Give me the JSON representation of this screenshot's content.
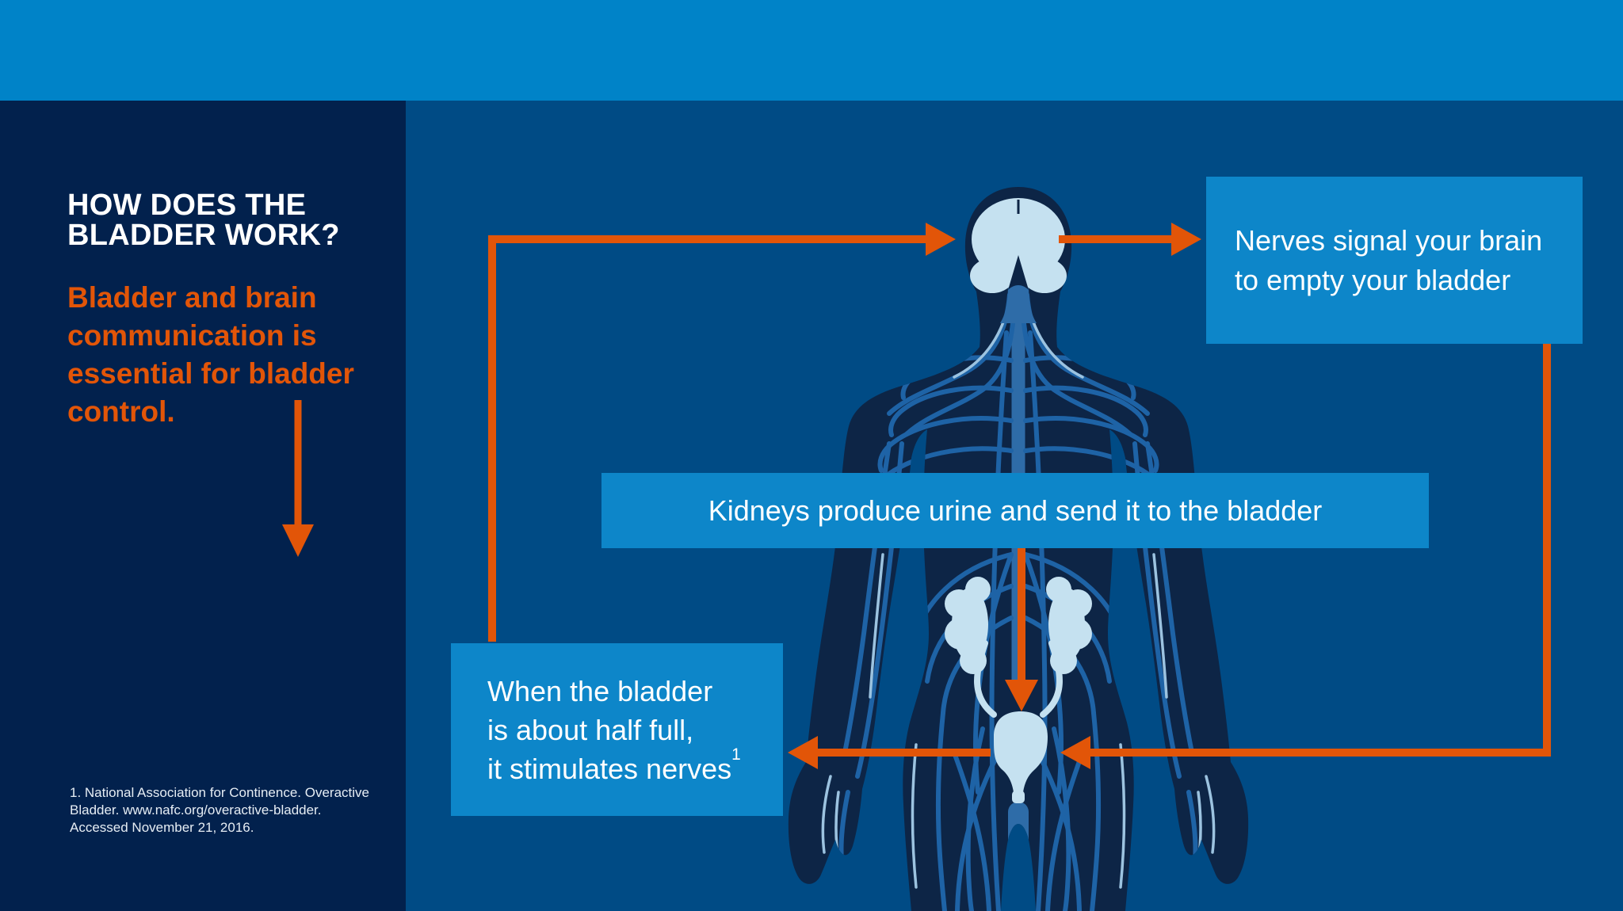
{
  "left_panel": {
    "title_lines": [
      "HOW DOES THE",
      "BLADDER WORK?"
    ],
    "intro_lines": [
      "Bladder and brain",
      "communication is",
      "essential for bladder",
      "control."
    ],
    "footnote_lines": [
      "1. National Association for Continence. Overactive",
      "Bladder. www.nafc.org/overactive-bladder.",
      "Accessed November 21, 2016."
    ]
  },
  "callouts": {
    "brain": {
      "lines": [
        "Nerves signal your brain",
        "to empty your bladder"
      ]
    },
    "kidneys": {
      "text": "Kidneys produce urine and send it to the bladder"
    },
    "bladder": {
      "lines": [
        "When the bladder",
        "is about half full,",
        "it stimulates nerves"
      ],
      "footnote_ref": "1"
    }
  },
  "figure": {
    "description": "Human body silhouette with nervous system; brain, kidneys, ureters and bladder highlighted; orange arrows showing the bladder-brain communication loop"
  },
  "colors": {
    "top_bar": "#0083c8",
    "left_panel_bg": "#02214d",
    "canvas_bg": "#004b85",
    "callout_bg": "#0d86c9",
    "accent_orange": "#e25508",
    "body_silhouette": "#0d2546",
    "nerve_line": "#1e63a6",
    "nerve_highlight": "#9cc3e0",
    "spine": "#2e6ca8",
    "organ": "#c5e1f0",
    "text": "#ffffff"
  }
}
